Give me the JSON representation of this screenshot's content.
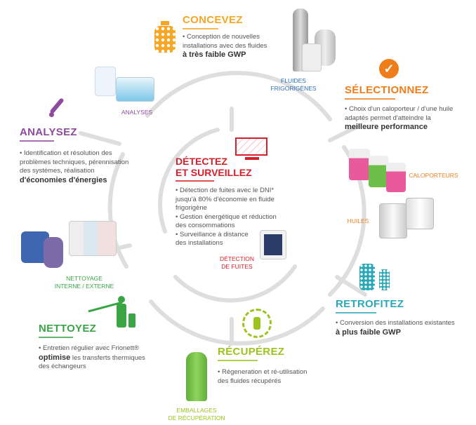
{
  "colors": {
    "concevez": "#f5a623",
    "selectionnez": "#ef7d1a",
    "analysez": "#8e4a9e",
    "detectez": "#d3202a",
    "retrofitez": "#2aa8b8",
    "nettoyez": "#3aa544",
    "recuperez": "#9dc31e",
    "fluides": "#2a6fb5",
    "ring": "#dcdcdc"
  },
  "concevez": {
    "title": "CONCEVEZ",
    "line1": "• Conception de nouvelles",
    "line2": "installations avec des fluides",
    "bold": "à très faible GWP",
    "icon": "gas-bottle-icon"
  },
  "fluides": {
    "line1": "FLUIDES",
    "line2": "FRIGORIGÈNES"
  },
  "selectionnez": {
    "title": "SÉLECTIONNEZ",
    "line1": "• Choix d'un caloporteur / d'une huile",
    "line2": "adaptés permet d'atteindre la",
    "bold": "meilleure performance",
    "icon": "checkmark-circle-icon"
  },
  "analyses": {
    "label": "ANALYSES"
  },
  "analysez": {
    "title": "ANALYSEZ",
    "line1": "• Identification et résolution des",
    "line2": "problèmes techniques, pérennisation",
    "line3": "des systèmes, réalisation",
    "bold": "d'économies d'énergies",
    "icon": "pipette-icon"
  },
  "detectez": {
    "title1": "DÉTECTEZ",
    "title2": "ET SURVEILLEZ",
    "lines": [
      "• Détection de fuites avec le DNI*",
      "jusqu'à 80% d'économie en fluide",
      "frigorigène",
      "• Gestion énergétique et réduction",
      "des consommations",
      "• Surveillance à distance",
      "des installations"
    ],
    "label1": "DÉTECTION",
    "label2": "DE FUITES",
    "icon": "monitor-chart-icon"
  },
  "caloporteurs": {
    "label": "CALOPORTEURS"
  },
  "huiles": {
    "label": "HUILES"
  },
  "nettoyage": {
    "line1": "NETTOYAGE",
    "line2": "INTERNE / EXTERNE"
  },
  "retrofitez": {
    "title": "RETROFITEZ",
    "line1": "• Conversion des installations existantes",
    "bold": "à plus faible GWP",
    "icon": "gas-bottles-icon"
  },
  "nettoyez": {
    "title": "NETTOYEZ",
    "line1": "• Entretien régulier avec Frionett®",
    "bold": "optimise",
    "line2rest": " les transferts thermiques",
    "line3": "des échangeurs",
    "icon": "pressure-washer-icon"
  },
  "recuperez": {
    "title": "RÉCUPÉREZ",
    "line1": "• Régeneration et ré-utilisation",
    "line2": "des fluides récupérés",
    "icon": "recycle-icon"
  },
  "emballages": {
    "line1": "EMBALLAGES",
    "line2": "DE RÉCUPÉRATION"
  }
}
